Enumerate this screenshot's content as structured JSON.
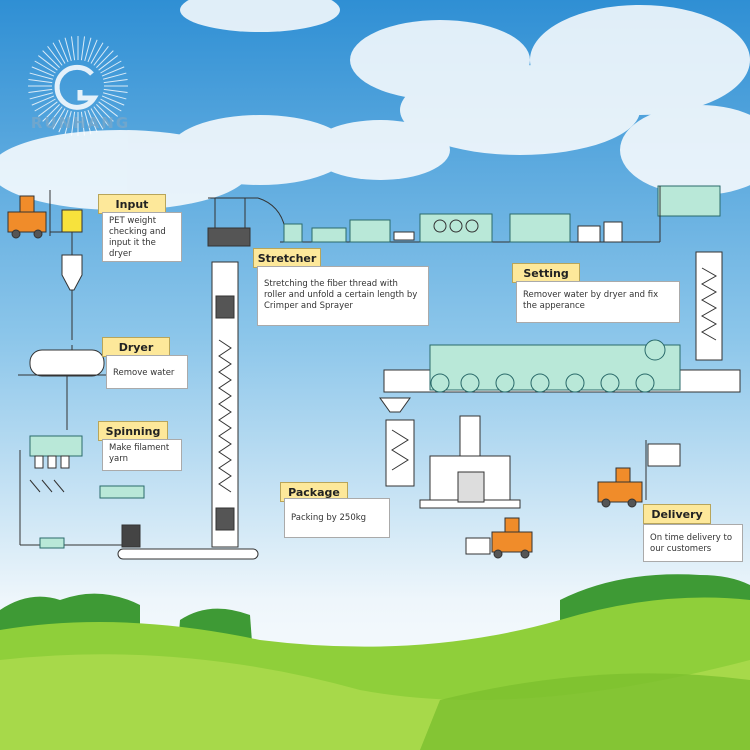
{
  "logo": {
    "text": "RUNHANG",
    "icon": "sunburst-g-logo"
  },
  "colors": {
    "sky_top": "#2f8fd4",
    "sky_bottom": "#d8ecf7",
    "label_bg": "#fde89a",
    "machine_fill": "#b9e8d8",
    "machine_stroke": "#2a6a6a",
    "forklift": "#f08c2a",
    "hill_light": "#a8d84a",
    "hill_dark": "#4aa83a"
  },
  "steps": [
    {
      "id": "input",
      "label": "Input",
      "description": "PET weight checking and input it the dryer"
    },
    {
      "id": "dryer",
      "label": "Dryer",
      "description": "Remove water"
    },
    {
      "id": "spinning",
      "label": "Spinning",
      "description": "Make filament yarn"
    },
    {
      "id": "stretcher",
      "label": "Stretcher",
      "description": "Stretching the fiber thread with roller and unfold a certain length by Crimper and Sprayer"
    },
    {
      "id": "setting",
      "label": "Setting",
      "description": "Remover water by dryer and fix the apperance"
    },
    {
      "id": "package",
      "label": "Package",
      "description": "Packing by 250kg"
    },
    {
      "id": "delivery",
      "label": "Delivery",
      "description": "On time delivery to our customers"
    }
  ]
}
